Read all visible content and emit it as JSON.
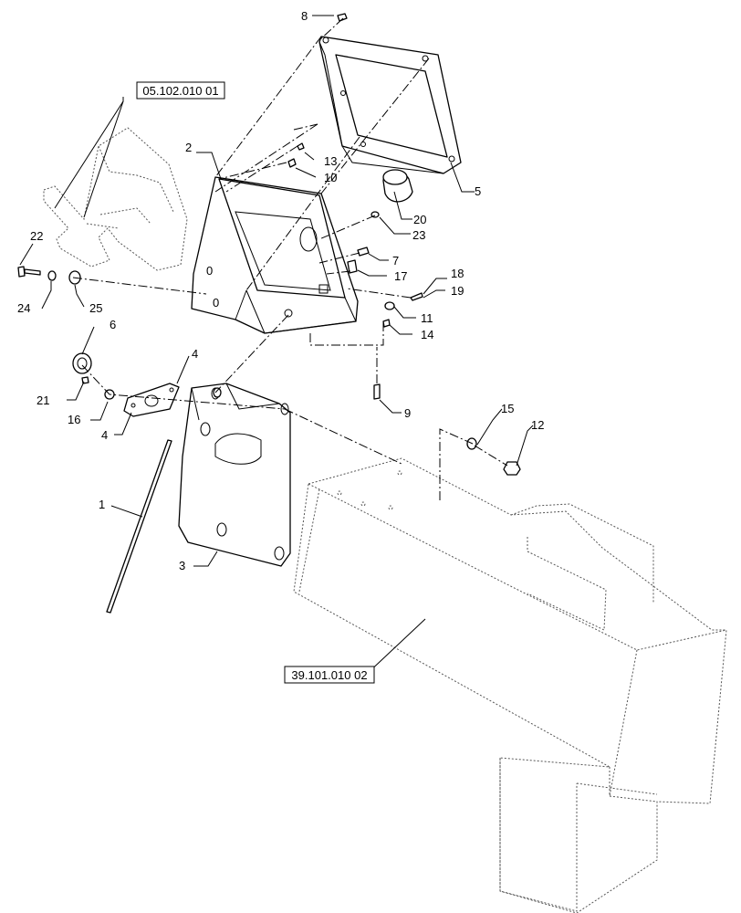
{
  "references": {
    "upper": "05.102.010 01",
    "lower": "39.101.010 02"
  },
  "callouts": {
    "c1": "1",
    "c2": "2",
    "c3": "3",
    "c4a": "4",
    "c4b": "4",
    "c5": "5",
    "c6": "6",
    "c7": "7",
    "c8": "8",
    "c9": "9",
    "c10": "10",
    "c11": "11",
    "c12": "12",
    "c13": "13",
    "c14": "14",
    "c15": "15",
    "c16": "16",
    "c17": "17",
    "c18": "18",
    "c19": "19",
    "c20": "20",
    "c21": "21",
    "c22": "22",
    "c23": "23",
    "c24": "24",
    "c25": "25"
  }
}
